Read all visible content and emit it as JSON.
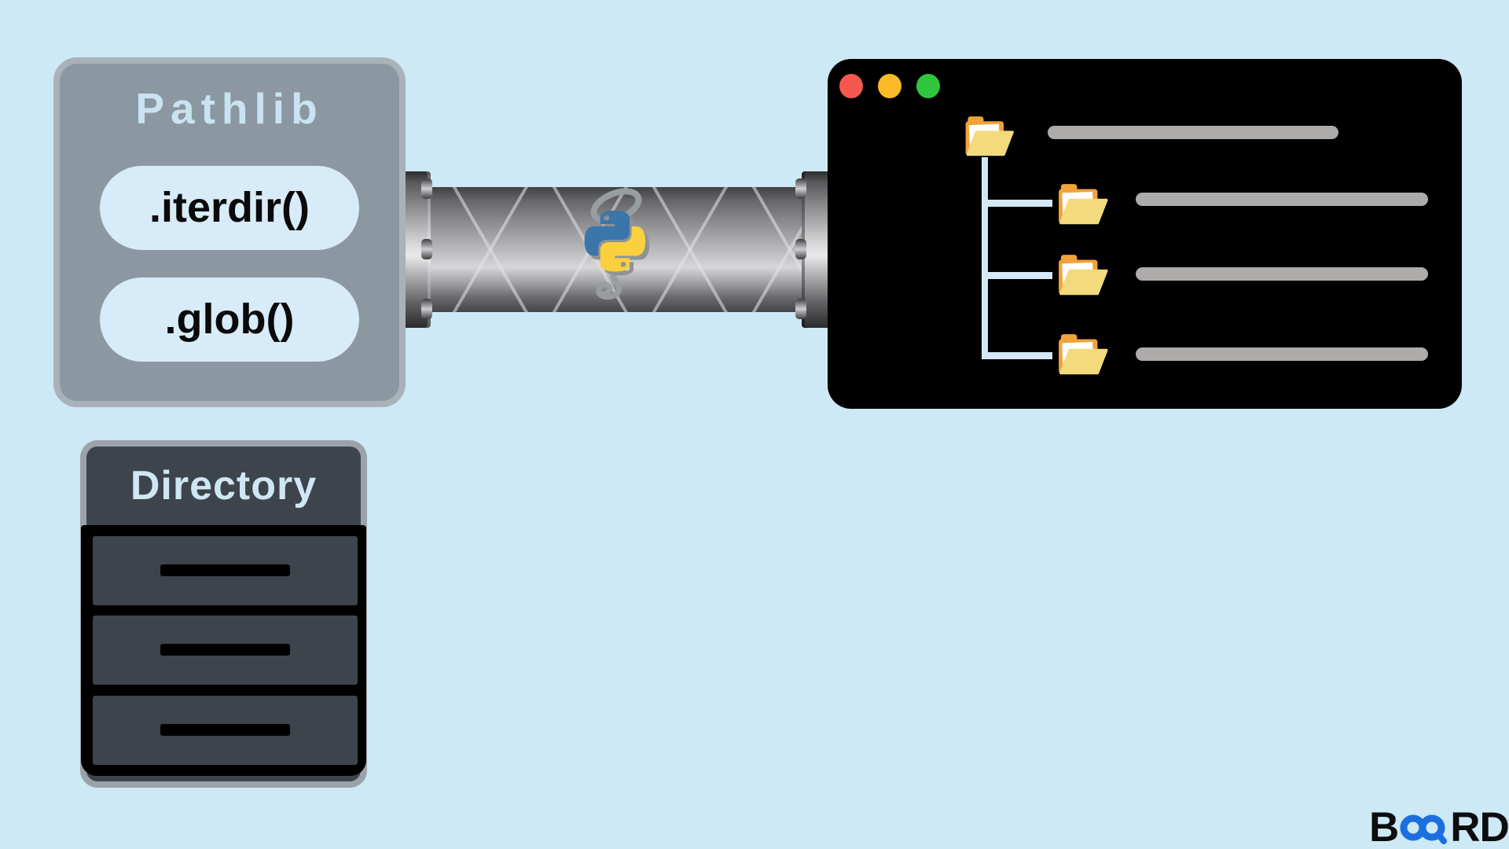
{
  "canvas": {
    "background": "#cde9f6"
  },
  "pathlib_box": {
    "title": "Pathlib",
    "methods": [
      {
        "label": ".iterdir()"
      },
      {
        "label": ".glob()"
      }
    ],
    "colors": {
      "box_fill": "#8c98a1",
      "box_border": "#a9b2b9",
      "title_text": "#c9e3f2",
      "pill_fill": "#d8ebf8",
      "pill_text": "#0a0a0a"
    }
  },
  "pipe": {
    "icon": "python-logo-icon",
    "colors": {
      "python_blue": "#3b76ab",
      "python_yellow": "#f9d03e",
      "swirl_gray": "#979da1",
      "metal_light": "#d6d6d8",
      "metal_dark": "#414143"
    }
  },
  "terminal_window": {
    "controls": [
      {
        "name": "close",
        "color": "#f6584e"
      },
      {
        "name": "minimize",
        "color": "#fdba27"
      },
      {
        "name": "zoom",
        "color": "#2fc63e"
      }
    ],
    "file_tree": {
      "root": {
        "icon": "folder-icon"
      },
      "children": [
        {
          "icon": "folder-icon"
        },
        {
          "icon": "folder-icon"
        },
        {
          "icon": "folder-icon"
        }
      ],
      "colors": {
        "window_fill": "#000000",
        "connector": "#d4e9f5",
        "label_bar": "#aeabab",
        "folder_front": "#f3da7c",
        "folder_back": "#f0a339"
      }
    }
  },
  "directory_cabinet": {
    "title": "Directory",
    "drawers": 3,
    "colors": {
      "cabinet_fill": "#3d444c",
      "cabinet_border": "#9ba2a9",
      "title_text": "#cfe6f3",
      "frame": "#000000"
    }
  },
  "brand_logo": {
    "part1": "B",
    "part2": "RD",
    "infinity_icon": "infinity-icon",
    "colors": {
      "text": "#0d0d0d",
      "accent_blue": "#1d6fe0"
    }
  }
}
